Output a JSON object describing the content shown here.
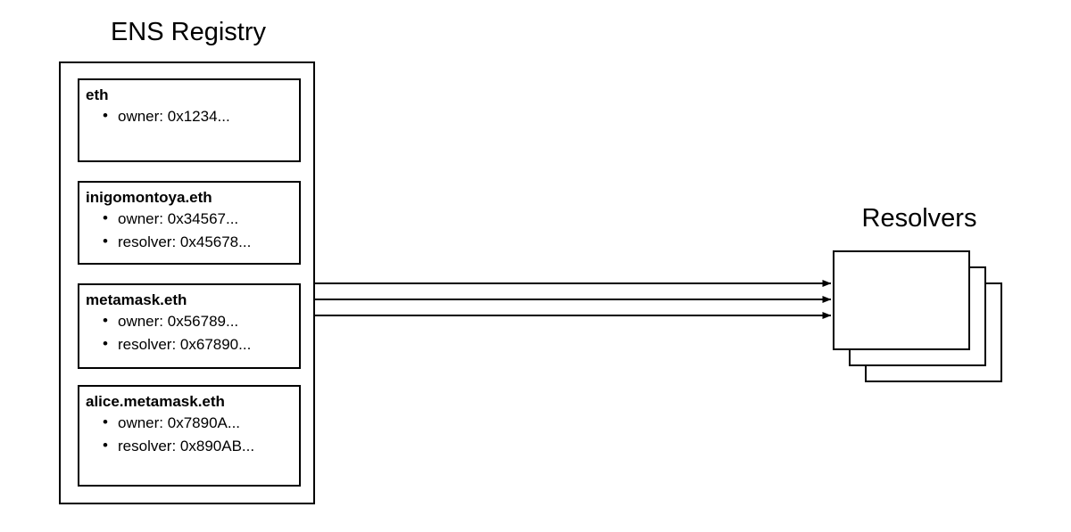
{
  "registry": {
    "title": "ENS Registry",
    "nodes": [
      {
        "name": "eth",
        "attrs": [
          "owner: 0x1234..."
        ]
      },
      {
        "name": "inigomontoya.eth",
        "attrs": [
          "owner: 0x34567...",
          "resolver: 0x45678..."
        ]
      },
      {
        "name": "metamask.eth",
        "attrs": [
          "owner: 0x56789...",
          "resolver: 0x67890..."
        ]
      },
      {
        "name": "alice.metamask.eth",
        "attrs": [
          "owner: 0x7890A...",
          "resolver: 0x890AB..."
        ]
      }
    ]
  },
  "resolvers": {
    "title": "Resolvers",
    "card_count": 3
  },
  "connections": {
    "count": 3,
    "description": "arrows from ENS Registry to Resolvers"
  },
  "colors": {
    "stroke": "#000000",
    "background": "#ffffff",
    "text": "#000000"
  }
}
